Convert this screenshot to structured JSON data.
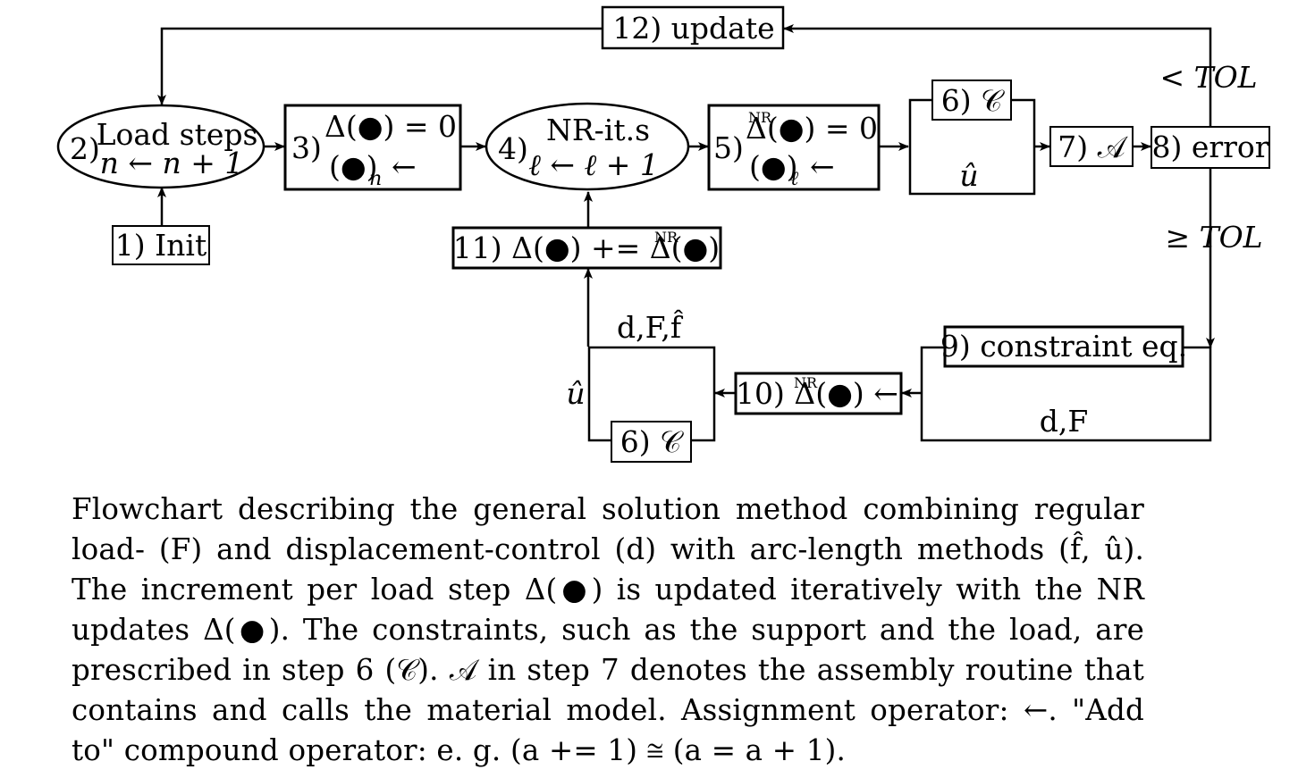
{
  "nodes": {
    "n1": {
      "text": "1) Init"
    },
    "n2": {
      "num": "2)",
      "top": "Load steps",
      "bottom": "n ← n + 1"
    },
    "n3": {
      "num": "3)",
      "top": "Δ(●) = 0",
      "bottom_main": "(●)",
      "bottom_sub": "n",
      "bottom_arrow": "←"
    },
    "n4": {
      "num": "4)",
      "top": "NR-it.s",
      "bottom": "ℓ ← ℓ + 1"
    },
    "n5": {
      "num": "5)",
      "top_sup": "NR",
      "top": "Δ(●) = 0",
      "bottom_main": "(●)",
      "bottom_sub": "ℓ",
      "bottom_arrow": "←"
    },
    "n6_top": {
      "text": "6) 𝒞",
      "inner": "û"
    },
    "n7": {
      "text": "7) 𝒜"
    },
    "n8": {
      "text": "8) error"
    },
    "n9": {
      "text": "9) constraint eq."
    },
    "n10": {
      "text": "10) Δ(●) ←",
      "sup": "NR"
    },
    "n11": {
      "text": "11) Δ(●) += Δ(●)",
      "sup": "NR"
    },
    "n12": {
      "text": "12) update"
    },
    "n6_bottom": {
      "text": "6) 𝒞",
      "left": "û",
      "top": "d,F,f̂"
    }
  },
  "edge_labels": {
    "lt_tol": "< TOL",
    "ge_tol": "≥ TOL",
    "df": "d,F"
  },
  "caption": "Flowchart describing the general solution method combining regular load- (F) and displacement-control (d) with arc-length methods (f̂, û). The increment per load step Δ(●) is updated iteratively with the NR updates Δ(●). The constraints, such as the support and the load, are prescribed in step 6 (𝒞). 𝒜 in step 7 denotes the assembly routine that contains and calls the material model. Assignment operator: ←. \"Add to\" compound operator: e. g. (a += 1) ≅ (a = a + 1)."
}
